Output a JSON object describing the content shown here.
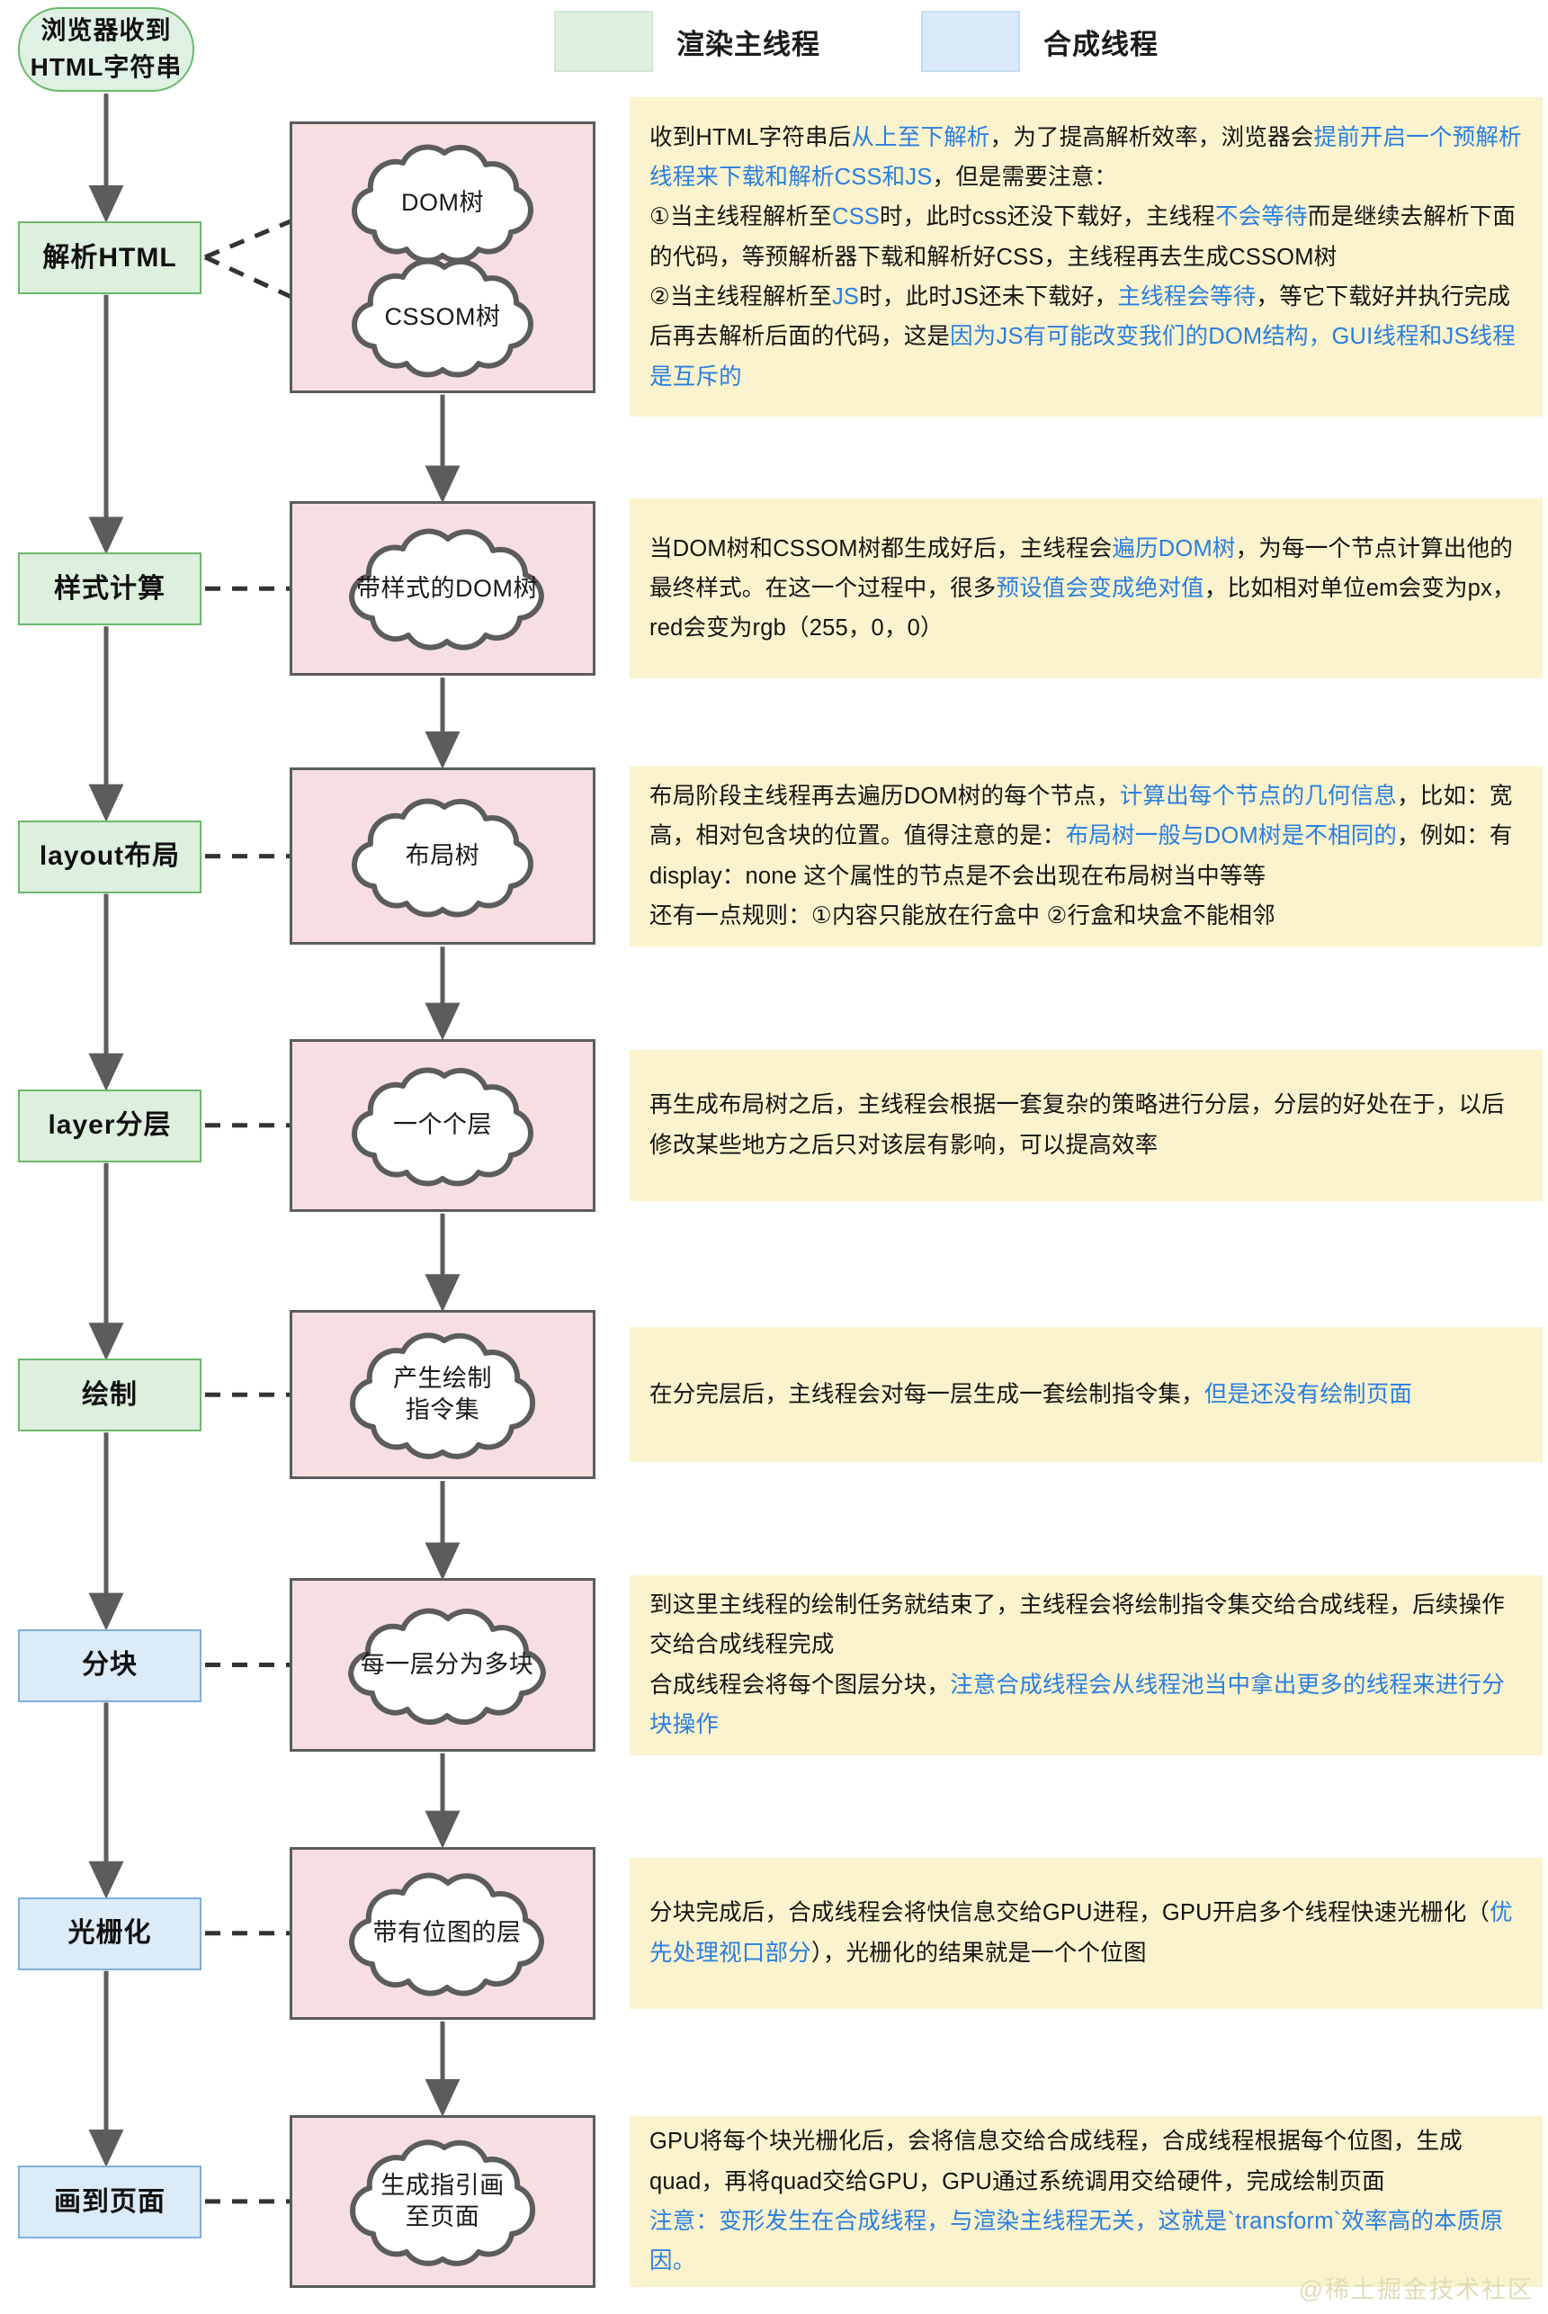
{
  "legend": {
    "items": [
      {
        "label": "渲染主线程",
        "color": "#dff0e0",
        "icon": "green-swatch"
      },
      {
        "label": "合成线程",
        "color": "#dbeafa",
        "icon": "blue-swatch"
      }
    ]
  },
  "start_node": {
    "line1": "浏览器收到",
    "line2": "HTML字符串"
  },
  "stages": [
    {
      "id": "parse-html",
      "label": "解析HTML",
      "thread": "render-main"
    },
    {
      "id": "style-calc",
      "label": "样式计算",
      "thread": "render-main"
    },
    {
      "id": "layout",
      "label": "layout布局",
      "thread": "render-main"
    },
    {
      "id": "layer",
      "label": "layer分层",
      "thread": "render-main"
    },
    {
      "id": "paint",
      "label": "绘制",
      "thread": "render-main"
    },
    {
      "id": "tiling",
      "label": "分块",
      "thread": "compositor"
    },
    {
      "id": "raster",
      "label": "光栅化",
      "thread": "compositor"
    },
    {
      "id": "draw",
      "label": "画到页面",
      "thread": "compositor"
    }
  ],
  "artifacts": [
    {
      "id": "dom-tree",
      "lines": [
        "DOM树"
      ]
    },
    {
      "id": "cssom-tree",
      "lines": [
        "CSSOM树"
      ]
    },
    {
      "id": "styled-dom-tree",
      "lines": [
        "带样式的DOM树"
      ]
    },
    {
      "id": "layout-tree",
      "lines": [
        "布局树"
      ]
    },
    {
      "id": "layers",
      "lines": [
        "一个个层"
      ]
    },
    {
      "id": "paint-ops",
      "lines": [
        "产生绘制",
        "指令集"
      ]
    },
    {
      "id": "tiles",
      "lines": [
        "每一层分为多块"
      ]
    },
    {
      "id": "bitmap-layers",
      "lines": [
        "带有位图的层"
      ]
    },
    {
      "id": "draw-to-page",
      "lines": [
        "生成指引画",
        "至页面"
      ]
    }
  ],
  "notes": [
    {
      "id": "note-parse-html",
      "runs": [
        {
          "t": "收到HTML字符串后",
          "c": "black"
        },
        {
          "t": "从上至下解析",
          "c": "blue"
        },
        {
          "t": "，为了提高解析效率，浏览器会",
          "c": "black"
        },
        {
          "t": "提前开启一个预解析线程来下载和解析CSS和JS",
          "c": "blue"
        },
        {
          "t": "，但是需要注意：",
          "c": "black"
        },
        {
          "t": "\n",
          "c": "br"
        },
        {
          "t": "①当主线程解析至",
          "c": "black"
        },
        {
          "t": "CSS",
          "c": "blue"
        },
        {
          "t": "时，此时css还没下载好，主线程",
          "c": "black"
        },
        {
          "t": "不会等待",
          "c": "blue"
        },
        {
          "t": "而是继续去解析下面的代码，等预解析器下载和解析好CSS，主线程再去生成CSSOM树",
          "c": "black"
        },
        {
          "t": "\n",
          "c": "br"
        },
        {
          "t": "②当主线程解析至",
          "c": "black"
        },
        {
          "t": "JS",
          "c": "blue"
        },
        {
          "t": "时，此时JS还未下载好，",
          "c": "black"
        },
        {
          "t": "主线程会等待",
          "c": "blue"
        },
        {
          "t": "，等它下载好并执行完成后再去解析后面的代码，这是",
          "c": "black"
        },
        {
          "t": "因为JS有可能改变我们的DOM结构，GUI线程和JS线程是互斥的",
          "c": "blue"
        }
      ]
    },
    {
      "id": "note-style-calc",
      "runs": [
        {
          "t": "当DOM树和CSSOM树都生成好后，主线程会",
          "c": "black"
        },
        {
          "t": "遍历DOM树",
          "c": "blue"
        },
        {
          "t": "，为每一个节点计算出他的最终样式。在这一个过程中，很多",
          "c": "black"
        },
        {
          "t": "预设值会变成绝对值",
          "c": "blue"
        },
        {
          "t": "，比如相对单位em会变为px，red会变为rgb（255，0，0）",
          "c": "black"
        }
      ]
    },
    {
      "id": "note-layout",
      "runs": [
        {
          "t": "布局阶段主线程再去遍历DOM树的每个节点，",
          "c": "black"
        },
        {
          "t": "计算出每个节点的几何信息",
          "c": "blue"
        },
        {
          "t": "，比如：宽高，相对包含块的位置。值得注意的是：",
          "c": "black"
        },
        {
          "t": "布局树一般与DOM树是不相同的",
          "c": "blue"
        },
        {
          "t": "，例如：有display：none 这个属性的节点是不会出现在布局树当中等等",
          "c": "black"
        },
        {
          "t": "\n",
          "c": "br"
        },
        {
          "t": "还有一点规则：①内容只能放在行盒中 ②行盒和块盒不能相邻",
          "c": "black"
        }
      ]
    },
    {
      "id": "note-layer",
      "runs": [
        {
          "t": "再生成布局树之后，主线程会根据一套复杂的策略进行分层，分层的好处在于，以后修改某些地方之后只对该层有影响，可以提高效率",
          "c": "black"
        }
      ]
    },
    {
      "id": "note-paint",
      "runs": [
        {
          "t": "在分完层后，主线程会对每一层生成一套绘制指令集，",
          "c": "black"
        },
        {
          "t": "但是还没有绘制页面",
          "c": "blue"
        }
      ]
    },
    {
      "id": "note-tiling",
      "runs": [
        {
          "t": "到这里主线程的绘制任务就结束了，主线程会将绘制指令集交给合成线程，后续操作交给合成线程完成",
          "c": "black"
        },
        {
          "t": "\n",
          "c": "br"
        },
        {
          "t": "合成线程会将每个图层分块，",
          "c": "black"
        },
        {
          "t": "注意合成线程会从线程池当中拿出更多的线程来进行分块操作",
          "c": "blue"
        }
      ]
    },
    {
      "id": "note-raster",
      "runs": [
        {
          "t": "分块完成后，合成线程会将快信息交给GPU进程，GPU开启多个线程快速光栅化（",
          "c": "black"
        },
        {
          "t": "优先处理视口部分",
          "c": "blue"
        },
        {
          "t": "），光栅化的结果就是一个个位图",
          "c": "black"
        }
      ]
    },
    {
      "id": "note-draw",
      "runs": [
        {
          "t": "GPU将每个块光栅化后，会将信息交给合成线程，合成线程根据每个位图，生成quad，再将quad交给GPU，GPU通过系统调用交给硬件，完成绘制页面",
          "c": "black"
        },
        {
          "t": "\n",
          "c": "br"
        },
        {
          "t": "注意：变形发生在合成线程，与渲染主线程无关，这就是`transform`效率高的本质原因。",
          "c": "blue"
        }
      ]
    }
  ],
  "watermark": {
    "text": "@稀土掘金技术社区"
  },
  "colors": {
    "render_main": "#dff0e0",
    "compositor": "#dbeafa",
    "artifact_panel": "#f7dfe1",
    "note_bg": "#fbf3cd",
    "highlight": "#2a7fe0",
    "stroke": "#5c5c5c"
  }
}
